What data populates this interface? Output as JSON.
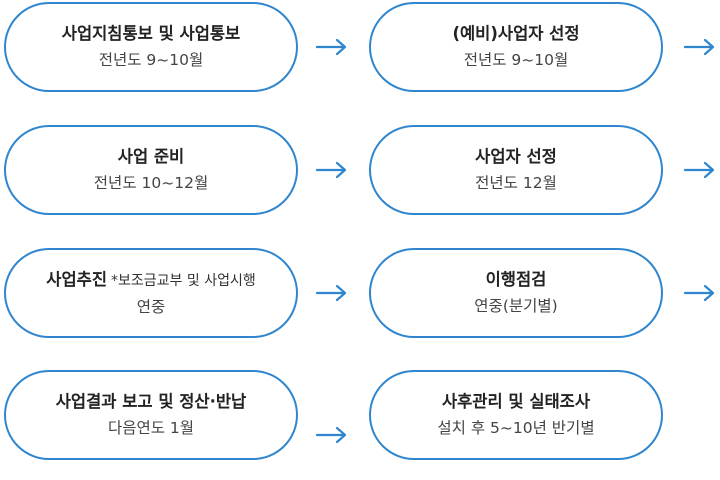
{
  "steps": [
    {
      "title": "사업지침통보 및 사업통보",
      "sub": "전년도 9~10월"
    },
    {
      "title": "(예비)사업자 선정",
      "sub": "전년도 9~10월"
    },
    {
      "title": "사업 준비",
      "sub": "전년도 10~12월"
    },
    {
      "title": "사업자 선정",
      "sub": "전년도 12월"
    },
    {
      "title": "사업추진",
      "note": "*보조금교부 및 사업시행",
      "sub": "연중"
    },
    {
      "title": "이행점검",
      "sub": "연중(분기별)"
    },
    {
      "title": "사업결과 보고 및 정산·반납",
      "sub": "다음연도 1월"
    },
    {
      "title": "사후관리 및 실태조사",
      "sub": "설치 후 5~10년 반기별"
    }
  ],
  "colors": {
    "border": "#2f86cf",
    "arrow": "#2f86cf"
  },
  "arrow_icon": "arrow-right-icon"
}
